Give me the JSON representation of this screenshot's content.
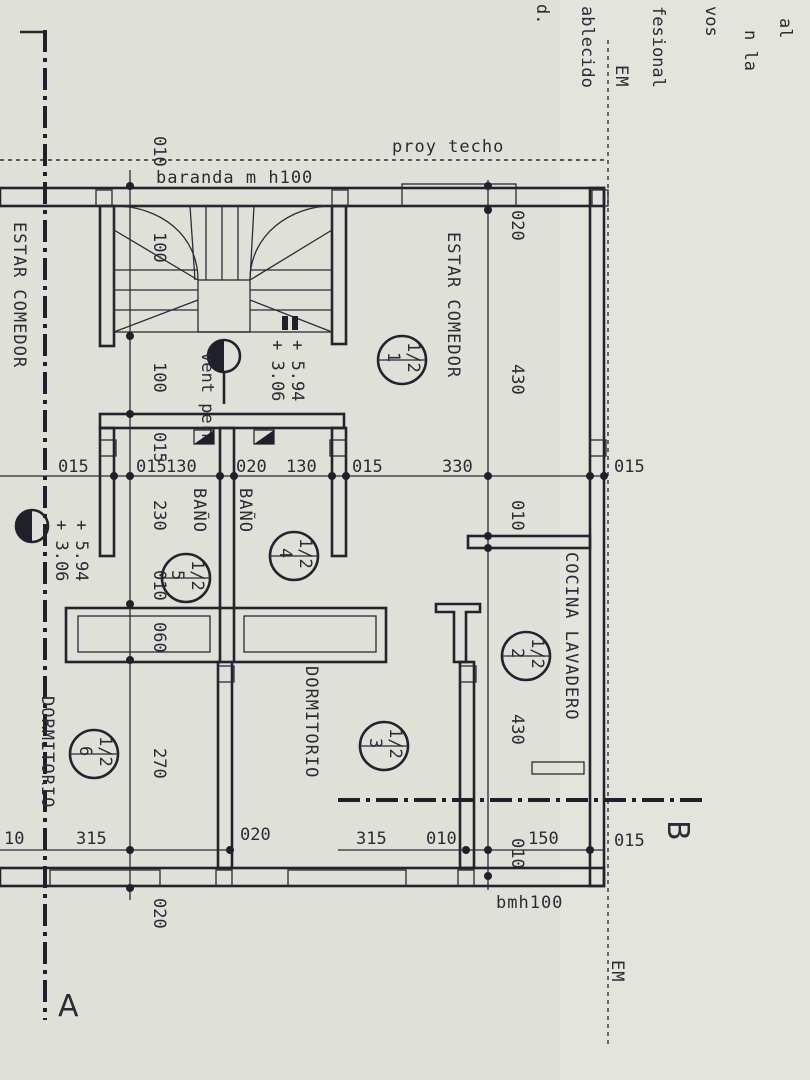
{
  "top_notes": [
    "al",
    "n la",
    "vos",
    "fesional",
    "ablecido",
    "d."
  ],
  "labels": {
    "proy_techo": "proy techo",
    "baranda": "baranda m h100",
    "em": "EM",
    "bmh": "bmh100",
    "axis_a": "A",
    "axis_b": "B",
    "vent_perm": "vent perm",
    "level_1": "+ 5.94",
    "level_2": "+ 3.06"
  },
  "rooms": {
    "estar_comedor": "ESTAR COMEDOR",
    "estar_comedor_left": "ESTAR COMEDOR",
    "cocina_lavadero": "COCINA LAVADERO",
    "dormitorio": "DORMITORIO",
    "dormitorio_left": "DORMITORIO",
    "bano_1": "BAÑO",
    "bano_2": "BAÑO"
  },
  "room_tags": [
    {
      "top": "1/2",
      "bottom": "1"
    },
    {
      "top": "1/2",
      "bottom": "2"
    },
    {
      "top": "1/2",
      "bottom": "3"
    },
    {
      "top": "1/2",
      "bottom": "4"
    },
    {
      "top": "1/2",
      "bottom": "5"
    },
    {
      "top": "1/2",
      "bottom": "6"
    }
  ],
  "dimensions": {
    "d010_top": "010",
    "d100_stair": "100",
    "d100_perm": "100",
    "d015_a": "015",
    "d015_b": "015",
    "d015_c": "015",
    "d015_d": "015",
    "d015_e": "015",
    "d130_a": "130",
    "d130_b": "130",
    "d020_a": "020",
    "d020_b": "020",
    "d020_c": "020",
    "d020_d": "020",
    "d330": "330",
    "d430_a": "430",
    "d430_b": "430",
    "d010_a": "010",
    "d010_b": "010",
    "d010_c": "010",
    "d010_d": "010",
    "d230": "230",
    "d060": "060",
    "d270": "270",
    "d315_a": "315",
    "d315_b": "315",
    "d150": "150",
    "d10_edge": "10"
  }
}
